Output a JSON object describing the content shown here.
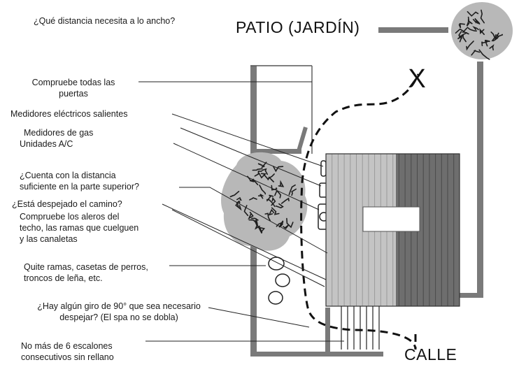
{
  "title_question": "¿Qué distancia necesita a lo ancho?",
  "patio_label": "PATIO (JARDÍN)",
  "street_label": "CALLE",
  "destination_marker": "X",
  "labels": {
    "doors": [
      "Compruebe todas las",
      "puertas"
    ],
    "electric_meters": "Medidores eléctricos salientes",
    "gas_meters": "Medidores de gas",
    "ac_units": "Unidades A/C",
    "overhead_clearance": [
      "¿Cuenta con la distancia",
      "suficiente en la parte superior?"
    ],
    "path_clear": "¿Está despejado el camino?",
    "eaves": [
      "Compruebe los aleros del",
      "techo, las ramas que cuelguen",
      "y las canaletas"
    ],
    "remove_obstacles": [
      "Quite ramas, casetas de perros,",
      "troncos de leña, etc."
    ],
    "turn_90": [
      "¿Hay algún giro de 90°  que sea necesario",
      "despejar? (El spa no se dobla)"
    ],
    "steps": [
      "No más de 6 escalones",
      "consecutivos sin rellano"
    ]
  },
  "colors": {
    "wall": "#7a7a7a",
    "bush_fill": "#b8b8b8",
    "branch": "#1e1e1e",
    "spa_light": "#c4c4c4",
    "spa_dark": "#6e6e6e",
    "line": "#222222"
  }
}
